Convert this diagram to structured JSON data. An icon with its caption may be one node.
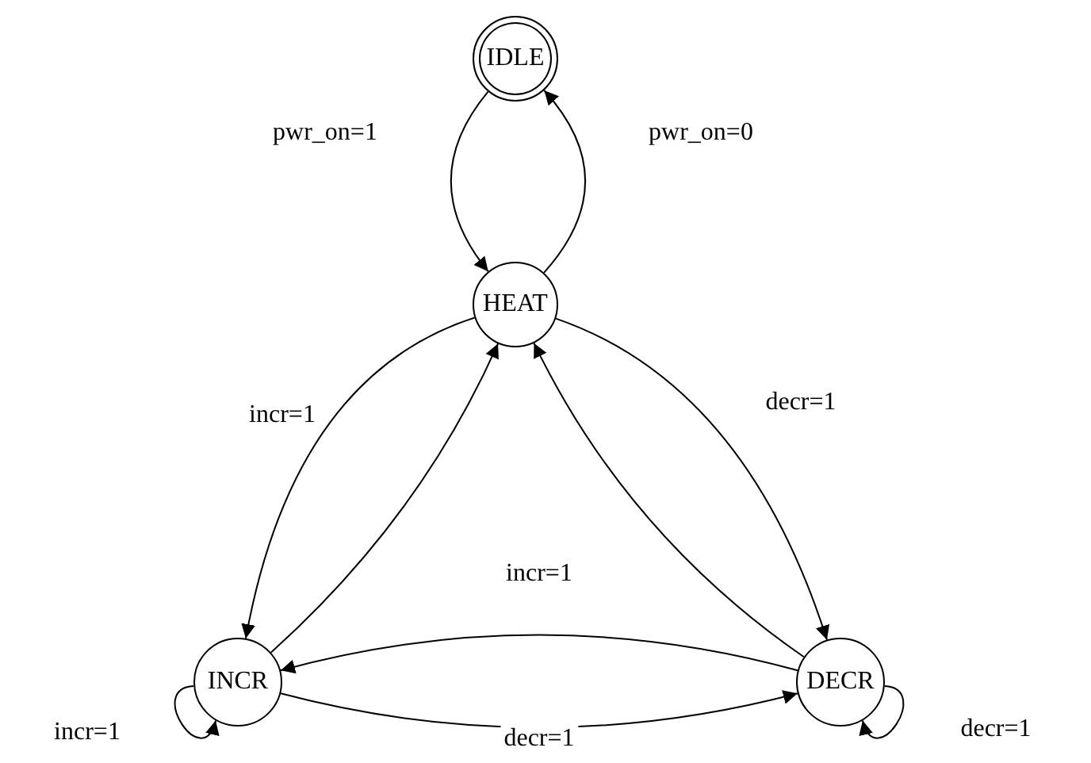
{
  "diagram": {
    "nodes": [
      {
        "text": [
          "IDLE"
        ]
      },
      {
        "text": [
          "HEAT"
        ]
      },
      {
        "text": [
          "INCR"
        ]
      },
      {
        "text": [
          "DECR"
        ]
      }
    ],
    "edges": [
      {
        "from": 0,
        "to": 1,
        "arrow": "to",
        "label": "pwr_on=1"
      },
      {
        "from": 1,
        "to": 0,
        "arrow": "to",
        "label": "pwr_on=0"
      },
      {
        "from": 1,
        "to": 2,
        "arrow": "to",
        "label": "incr=1"
      },
      {
        "from": 2,
        "to": 1,
        "arrow": "to"
      },
      {
        "from": 1,
        "to": 3,
        "arrow": "to",
        "label": "decr=1"
      },
      {
        "from": 3,
        "to": 1,
        "arrow": "to"
      },
      {
        "from": 3,
        "to": 2,
        "arrow": "to",
        "label": "incr=1"
      },
      {
        "from": 2,
        "to": 3,
        "arrow": "to",
        "label": "decr=1"
      },
      {
        "from": 2,
        "to": 2,
        "arrow": "to",
        "label": "incr=1"
      },
      {
        "from": 3,
        "to": 3,
        "arrow": "to",
        "label": "decr=1"
      }
    ]
  }
}
